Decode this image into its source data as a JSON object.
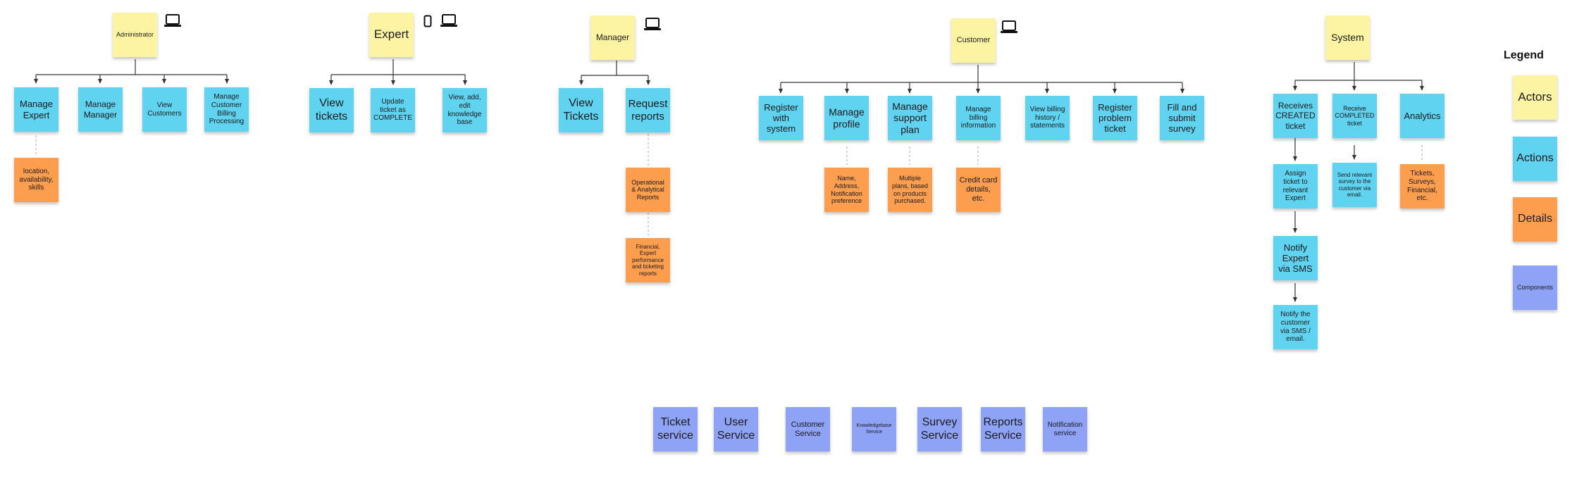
{
  "actors": {
    "administrator": "Administrator",
    "expert": "Expert",
    "manager": "Manager",
    "customer": "Customer",
    "system": "System"
  },
  "administrator": {
    "actions": [
      "Manage\nExpert",
      "Manage\nManager",
      "View\nCustomers",
      "Manage\nCustomer\nBilling\nProcessing"
    ],
    "details": [
      "location,\navailability,\nskills"
    ]
  },
  "expert": {
    "actions": [
      "View\ntickets",
      "Update\nticket as\nCOMPLETE",
      "View, add,\nedit\nknowledge\nbase"
    ]
  },
  "manager": {
    "actions": [
      "View\nTickets",
      "Request\nreports"
    ],
    "details": [
      "Operational\n& Analytical\nReports",
      "Financial,\nExpert\nperformance\nand ticketing\nreports"
    ]
  },
  "customer": {
    "actions": [
      "Register\nwith\nsystem",
      "Manage\nprofile",
      "Manage\nsupport\nplan",
      "Manage\nbilling\ninformation",
      "View billing\nhistory /\nstatements",
      "Register\nproblem\nticket",
      "Fill and\nsubmit\nsurvey"
    ],
    "details": [
      "Name,\nAddress,\nNotification\npreference",
      "Multiple\nplans, based\non products\npurchased.",
      "Credit card\ndetails,\netc."
    ]
  },
  "system": {
    "actions": [
      "Receives\nCREATED\nticket",
      "Receive\nCOMPLETED\nticket",
      "Analytics",
      "Assign\nticket to\nrelevant\nExpert",
      "Notify\nExpert\nvia SMS",
      "Notify the\ncustomer\nvia SMS /\nemail.",
      "Send relevant\nsurvey to the\ncustomer via\nemail."
    ],
    "details": [
      "Tickets,\nSurveys,\nFinancial,\netc."
    ]
  },
  "components": [
    "Ticket\nservice",
    "User\nService",
    "Customer\nService",
    "Knowledgebase\nService",
    "Survey\nService",
    "Reports\nService",
    "Notification\nservice"
  ],
  "legend": {
    "title": "Legend",
    "actors": "Actors",
    "actions": "Actions",
    "details": "Details",
    "components": "Components"
  },
  "colors": {
    "actor": "#fdf4a3",
    "action": "#5fd3f0",
    "detail": "#fd9e4f",
    "component": "#8ea2f6",
    "connector": "#333333"
  },
  "icons": {
    "administrator": [
      "laptop-icon"
    ],
    "expert": [
      "phone-icon",
      "laptop-icon"
    ],
    "manager": [
      "laptop-icon"
    ],
    "customer": [
      "laptop-icon"
    ]
  }
}
